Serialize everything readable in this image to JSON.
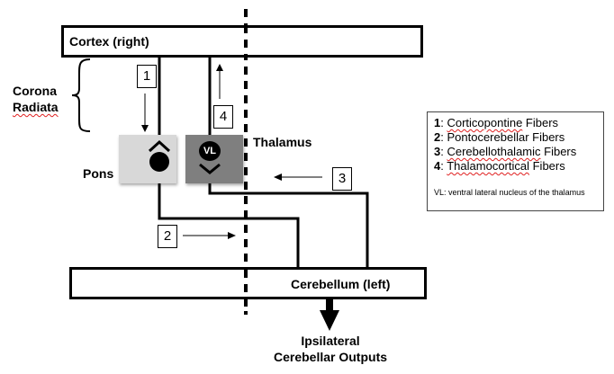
{
  "regions": {
    "cortex": "Cortex (right)",
    "cerebellum": "Cerebellum (left)",
    "pons": "Pons",
    "thalamus": "Thalamus",
    "corona_radiata_line1": "Corona",
    "corona_radiata_line2": "Radiata",
    "vl_marker": "VL",
    "outputs_line1": "Ipsilateral",
    "outputs_line2": "Cerebellar Outputs"
  },
  "pathway_labels": [
    "1",
    "2",
    "3",
    "4"
  ],
  "legend": {
    "items": [
      {
        "num": "1",
        "sep": ": ",
        "name": "Corticopontine",
        "suffix": " Fibers"
      },
      {
        "num": "2",
        "sep": ": ",
        "name": "Pontocerebellar",
        "suffix": " Fibers"
      },
      {
        "num": "3",
        "sep": ": ",
        "name": "Cerebellothalamic",
        "suffix": " Fibers"
      },
      {
        "num": "4",
        "sep": ": ",
        "name": "Thalamocortical",
        "suffix": " Fibers"
      }
    ],
    "note": "VL:  ventral lateral nucleus of the thalamus"
  },
  "colors": {
    "pons_fill": "#d8d8d8",
    "thalamus_fill": "#7f7f7f",
    "line": "#000000"
  }
}
